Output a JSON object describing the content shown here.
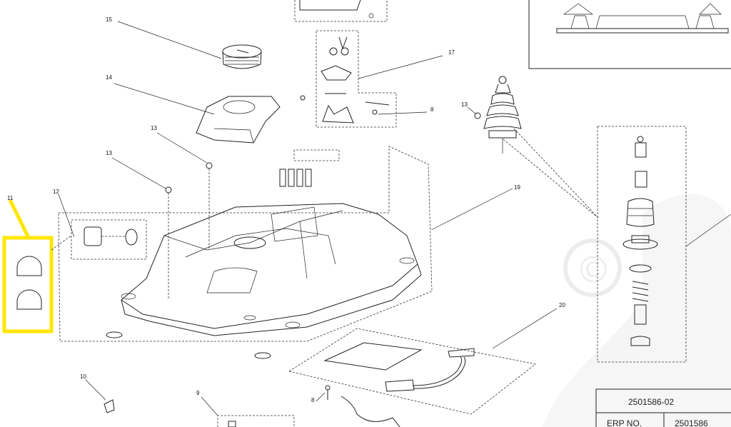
{
  "diagram": {
    "callouts": [
      "15",
      "14",
      "13",
      "13",
      "13",
      "12",
      "11",
      "17",
      "8",
      "8",
      "19",
      "20",
      "10",
      "9"
    ],
    "title_block": {
      "part_number": "2501586-02",
      "erp_label": "ERP NO.",
      "erp_value": "2501586"
    },
    "watermark": "©",
    "highlight_color": "#ffe600"
  }
}
